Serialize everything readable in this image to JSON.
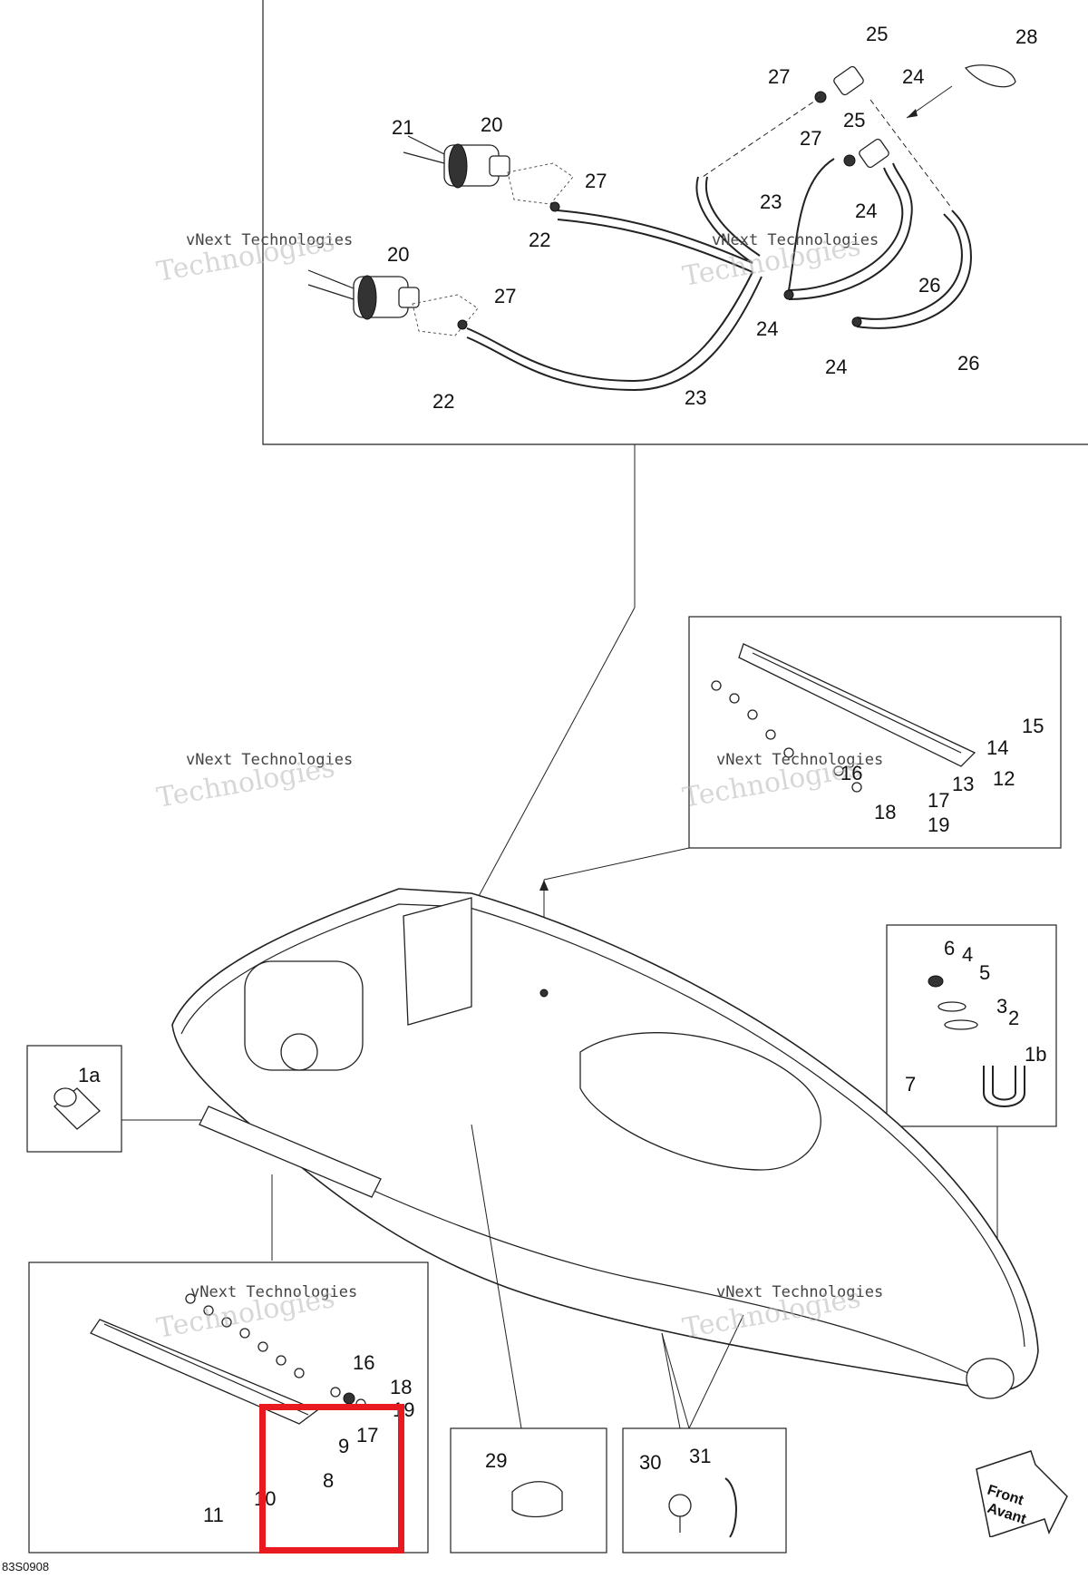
{
  "diagram": {
    "drawing_code": "83S0908",
    "front_label_1": "Front",
    "front_label_2": "Avant",
    "watermark_line_1": "vNext Technologies",
    "watermark_line_2": "vNext",
    "watermark_line_3": "Technologies",
    "callouts": {
      "c1a": "1a",
      "c1b": "1b",
      "c2": "2",
      "c3": "3",
      "c4": "4",
      "c5": "5",
      "c6": "6",
      "c7": "7",
      "c8": "8",
      "c9": "9",
      "c10": "10",
      "c11": "11",
      "c12": "12",
      "c13": "13",
      "c14": "14",
      "c15": "15",
      "c16": "16",
      "c17": "17",
      "c18": "18",
      "c19": "19",
      "c20": "20",
      "c21": "21",
      "c22": "22",
      "c23": "23",
      "c24": "24",
      "c25": "25",
      "c26": "26",
      "c27": "27",
      "c28": "28",
      "c29": "29",
      "c30": "30",
      "c31": "31"
    },
    "highlight_color": "#e8191f"
  }
}
